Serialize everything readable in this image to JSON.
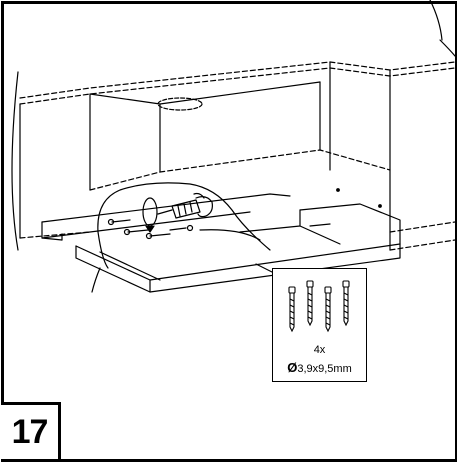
{
  "step": {
    "number": "17"
  },
  "hardware": {
    "quantity": "4x",
    "diameter_symbol": "Ø",
    "size": "3,9x9,5mm",
    "screw_count": 4
  },
  "icons": {
    "rotation": "clockwise-arrow-icon",
    "screwdriver": "screwdriver-icon",
    "screw": "screw-icon"
  },
  "colors": {
    "ink": "#000000",
    "background": "#ffffff",
    "box_fill": "#f7f7f7"
  }
}
